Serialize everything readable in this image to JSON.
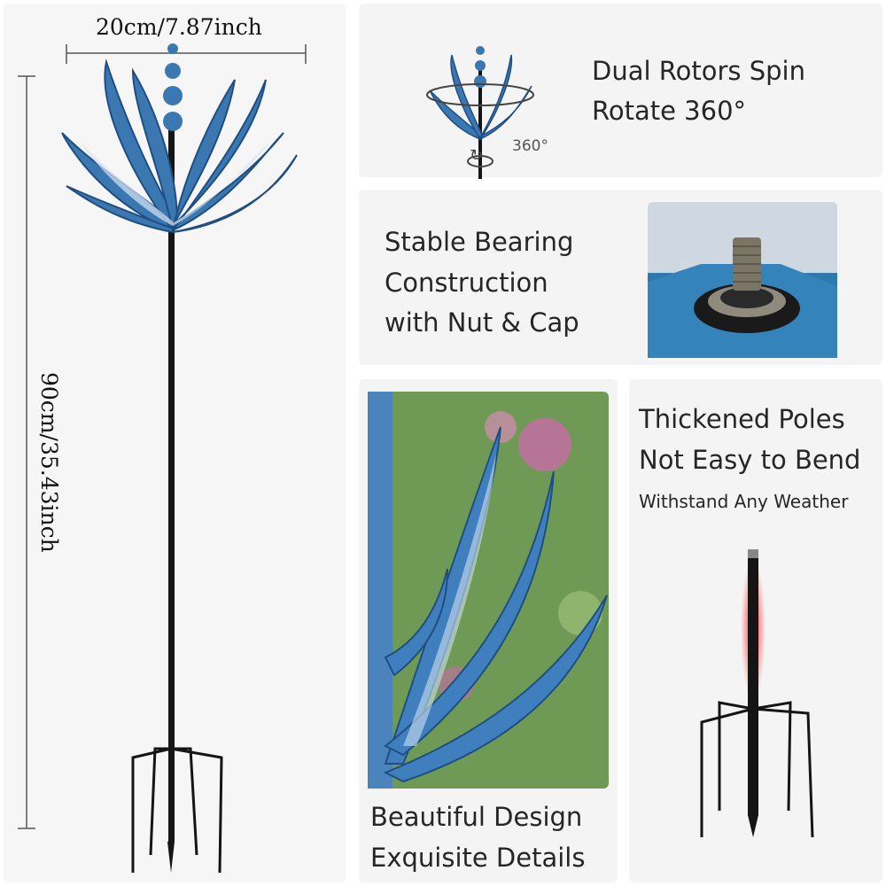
{
  "dimensions": {
    "width_label": "20cm/7.87inch",
    "height_label": "90cm/35.43inch"
  },
  "features": {
    "rotors": {
      "line1": "Dual Rotors Spin",
      "line2": "Rotate 360°",
      "badge": "360°"
    },
    "bearing": {
      "line1": "Stable Bearing",
      "line2": "Construction",
      "line3": "with Nut & Cap"
    },
    "poles": {
      "line1": "Thickened Poles",
      "line2": "Not Easy to Bend",
      "line3": "Withstand Any Weather"
    },
    "design": {
      "line1": "Beautiful Design",
      "line2": "Exquisite Details"
    }
  },
  "colors": {
    "petal_blue": "#3b77b0",
    "petal_dark": "#1f4f82",
    "pole": "#111111",
    "panel": "#f4f4f4"
  },
  "icons": {
    "rotation": "rotation-arrow-icon"
  }
}
